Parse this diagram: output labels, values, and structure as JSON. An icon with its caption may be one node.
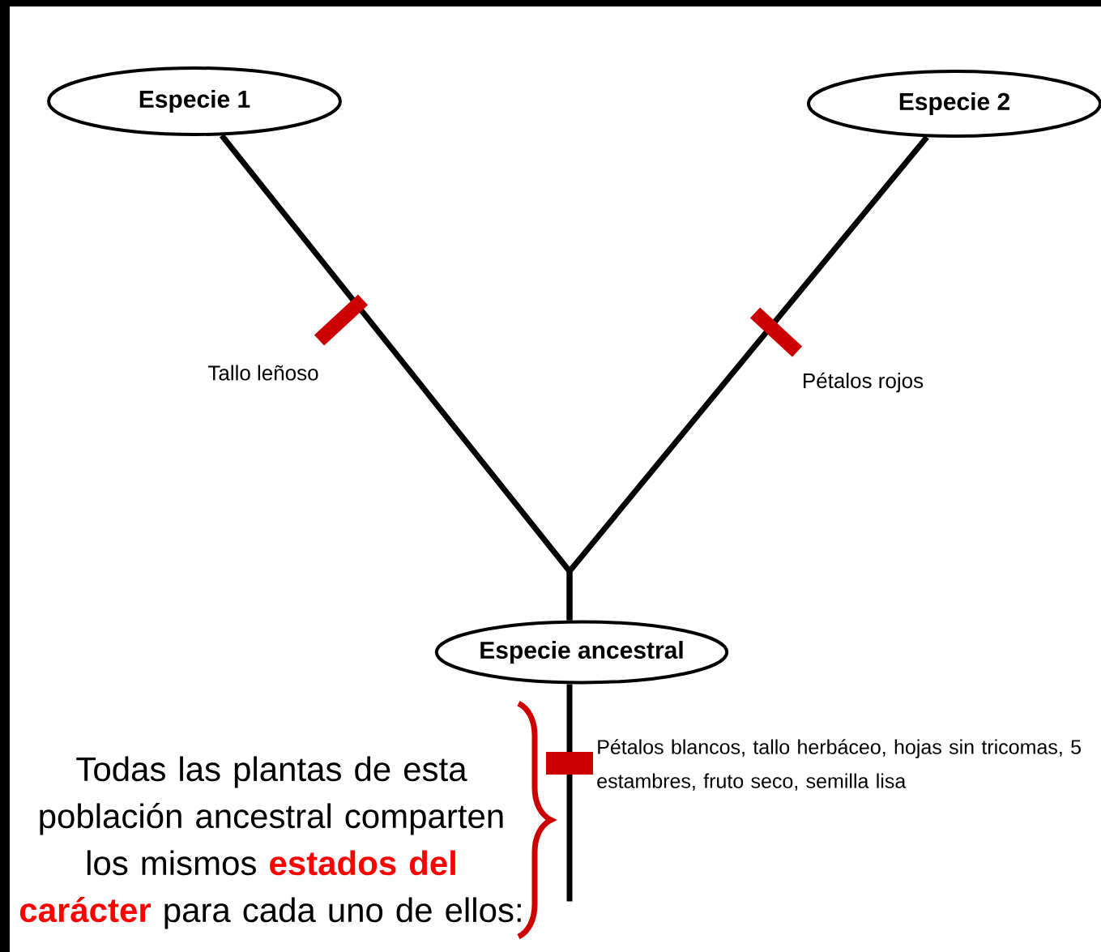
{
  "diagram": {
    "nodes": [
      {
        "text": [
          "Especie 1"
        ]
      },
      {
        "text": [
          "Especie 2"
        ]
      },
      {
        "text": [
          "Especie ancestral"
        ]
      }
    ],
    "edges": [
      {
        "from": 2,
        "to": 0,
        "arrow": "none"
      },
      {
        "from": 2,
        "to": 1,
        "arrow": "none"
      },
      {
        "from": 2,
        "to": null,
        "arrow": "none"
      }
    ],
    "labels": [
      "Tallo leñoso",
      "Pétalos rojos",
      "Pétalos blancos, tallo herbáceo, hojas sin tricomas, 5 estambres, fruto seco, semilla lisa",
      "Todas las plantas de esta población ancestral comparten los mismos **estados del carácter** para cada uno de ellos:"
    ]
  }
}
